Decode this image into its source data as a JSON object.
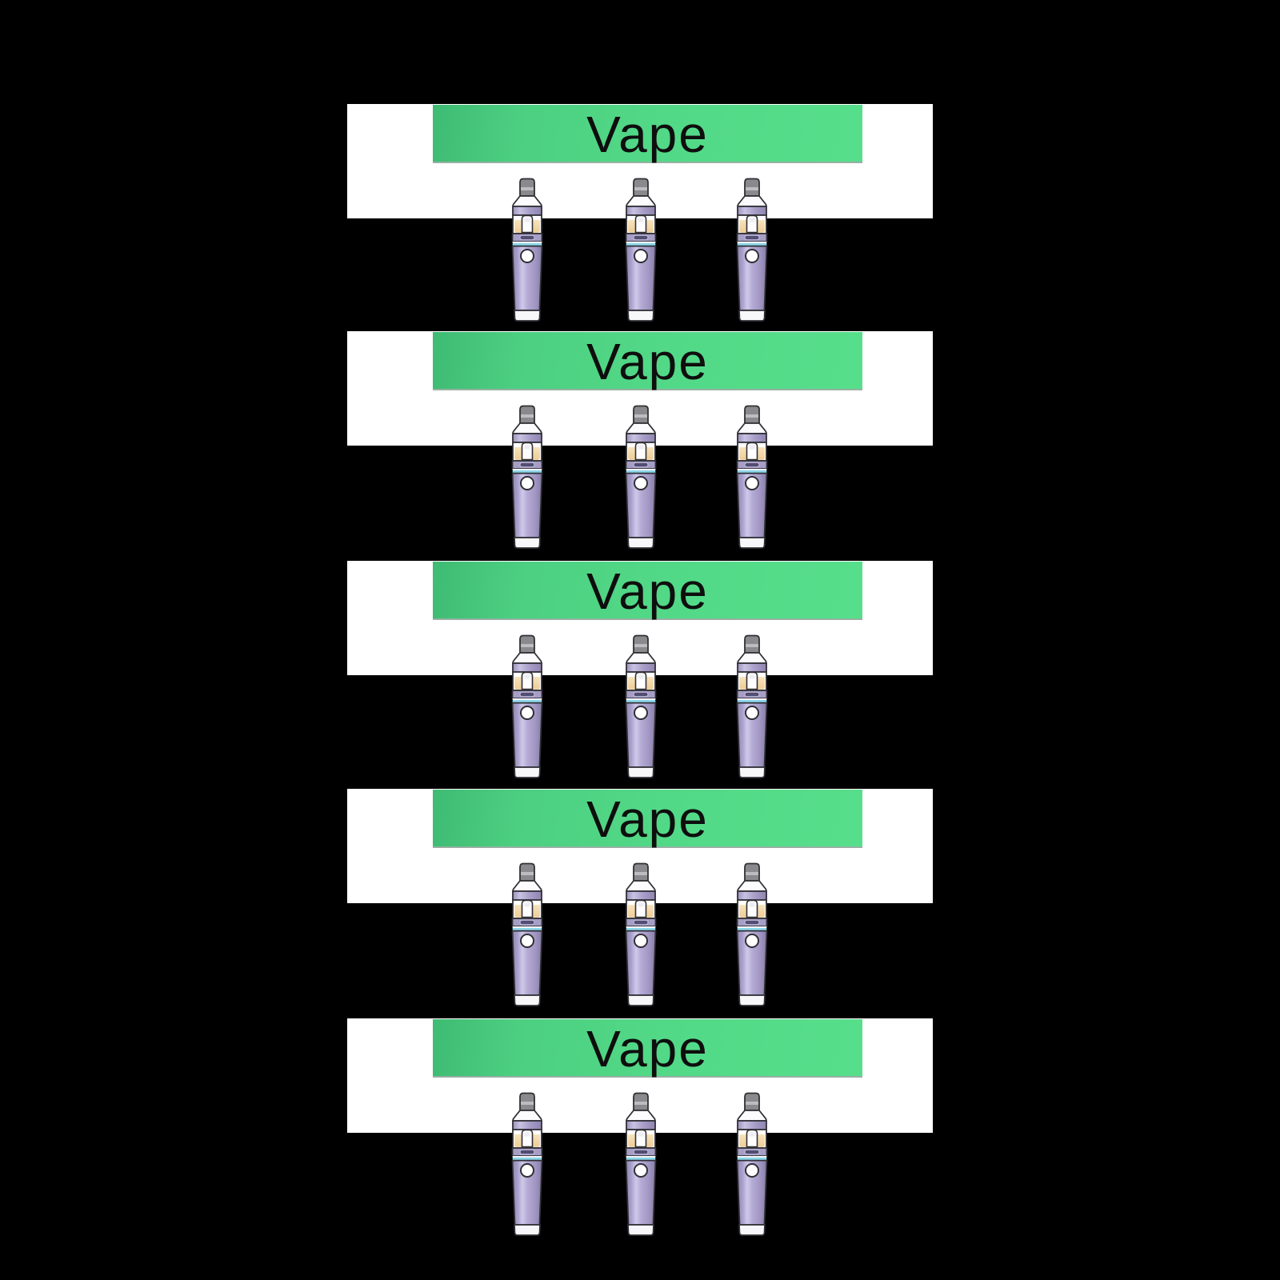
{
  "cards": [
    {
      "banner_label": "Vape",
      "pen_count": 3
    },
    {
      "banner_label": "Vape",
      "pen_count": 3
    },
    {
      "banner_label": "Vape",
      "pen_count": 3
    },
    {
      "banner_label": "Vape",
      "pen_count": 3
    },
    {
      "banner_label": "Vape",
      "pen_count": 3
    }
  ],
  "colors": {
    "background": "#000000",
    "card_background": "#ffffff",
    "banner_green_left": "#3fbb73",
    "banner_green_right": "#57de8b",
    "banner_text": "#0e0e0e",
    "pen_outline": "#303036",
    "pen_tip_gray": "#8a8a8d",
    "pen_collar_purple": "#a79dc8",
    "pen_body_purple": "#a89fc8",
    "pen_highlight_purple": "#d0c9ea",
    "pen_liquid_tan": "#f2d5a4",
    "pen_slot_dark_purple": "#524d72",
    "pen_stripe_cyan": "#8bd7ea",
    "pen_base_white": "#f7f7f9",
    "pen_button_white": "#ffffff"
  },
  "icons": {
    "pen": "vape-pen-illustration"
  }
}
